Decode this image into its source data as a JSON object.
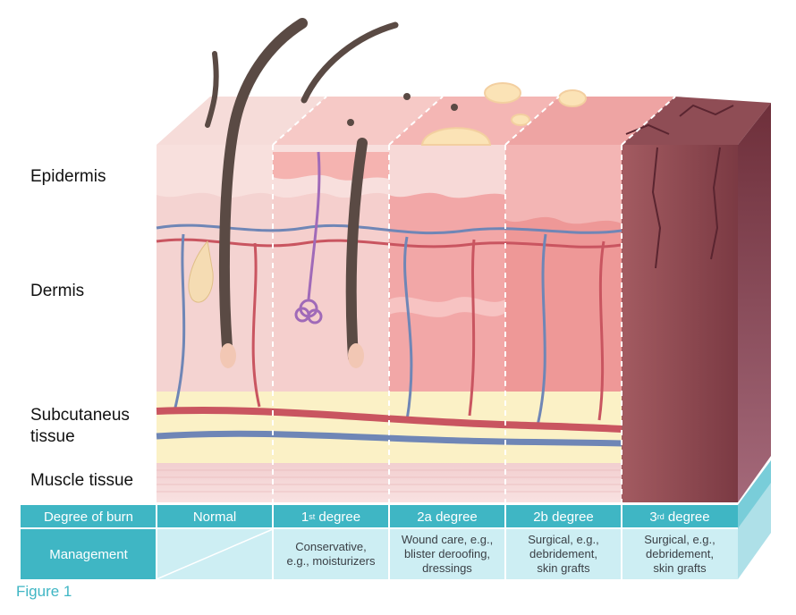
{
  "layers": [
    "Epidermis",
    "Dermis",
    "Subcutaneus\ntissue",
    "Muscle tissue"
  ],
  "table": {
    "row1_title": "Degree of burn",
    "row2_title": "Management",
    "columns": [
      {
        "degree": "Normal",
        "management": ""
      },
      {
        "degree_num": "1",
        "degree_sup": "st",
        "degree_rest": " degree",
        "management": "Conservative,\ne.g., moisturizers"
      },
      {
        "degree": "2a degree",
        "management": "Wound care, e.g.,\nblister deroofing,\ndressings"
      },
      {
        "degree": "2b degree",
        "management": "Surgical, e.g.,\ndebridement,\nskin grafts"
      },
      {
        "degree_num": "3",
        "degree_sup": "rd",
        "degree_rest": " degree",
        "management": "Surgical, e.g.,\ndebridement,\nskin grafts"
      }
    ]
  },
  "caption": "Figure 1",
  "colors": {
    "teal_header": "#3fb6c4",
    "teal_light": "#cdeef3",
    "normal_skin": "#f4d3d1",
    "first_degree": "#f7c5c3",
    "second_a": "#f2a7a7",
    "second_b": "#ee9897",
    "third_degree": "#8c4a52",
    "fat": "#fbf1c6",
    "hair": "#5a4a44",
    "vein": "#6f86b6",
    "artery": "#c95560"
  }
}
